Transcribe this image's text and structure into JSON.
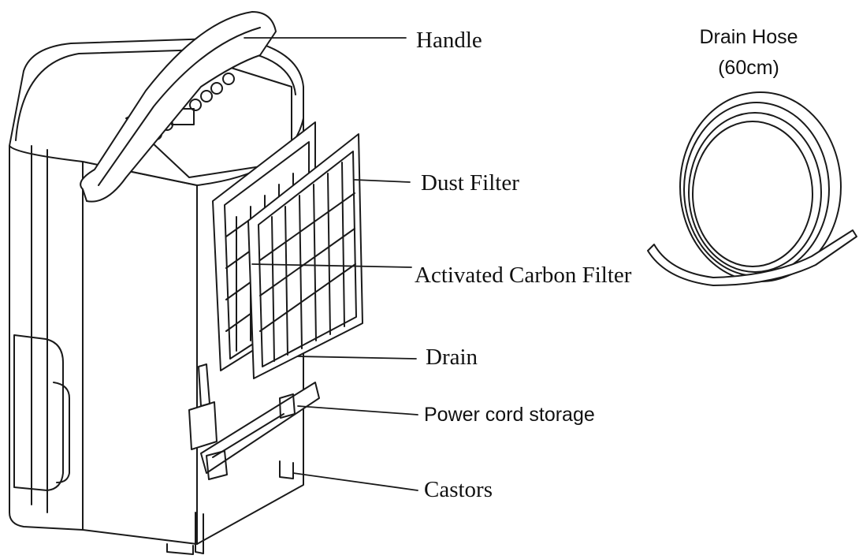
{
  "labels": {
    "handle": "Handle",
    "dust_filter": "Dust Filter",
    "carbon_filter": "Activated Carbon Filter",
    "drain": "Drain",
    "power_cord": "Power cord storage",
    "castors": "Castors"
  },
  "hose": {
    "title": "Drain Hose",
    "length": "(60cm)"
  },
  "colors": {
    "line": "#1a1a1a",
    "background": "#ffffff"
  }
}
